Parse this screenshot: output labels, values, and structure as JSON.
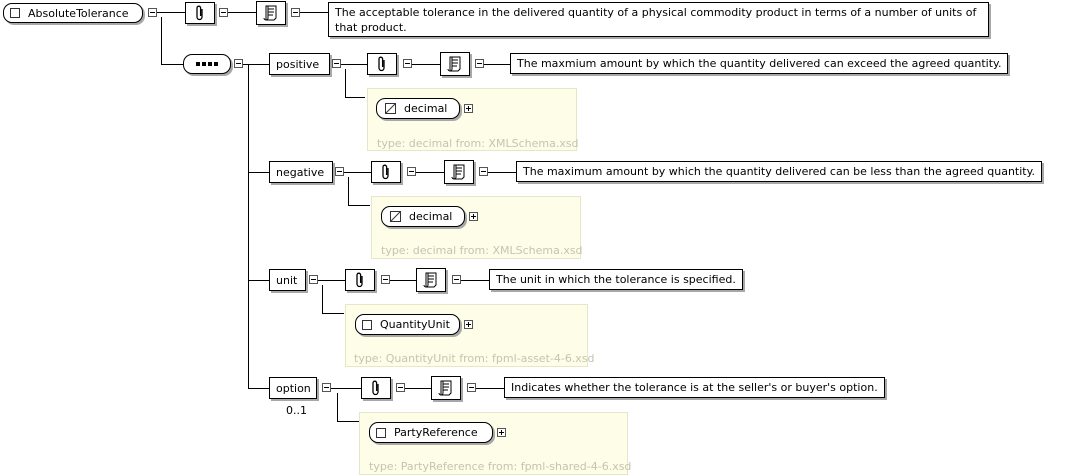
{
  "root": {
    "name": "AbsoluteTolerance",
    "doc": "The acceptable tolerance in the delivered quantity of a physical commodity product in terms of a number of units of that product."
  },
  "children": [
    {
      "name": "positive",
      "doc": "The maxmium amount by which the quantity delivered can exceed the agreed quantity.",
      "type": "decimal",
      "type_caption": "type: decimal from: XMLSchema.xsd",
      "type_kind": "simple"
    },
    {
      "name": "negative",
      "doc": "The maximum amount by which the quantity delivered can be less than the agreed quantity.",
      "type": "decimal",
      "type_caption": "type: decimal from: XMLSchema.xsd",
      "type_kind": "simple"
    },
    {
      "name": "unit",
      "doc": "The unit in which the tolerance is specified.",
      "type": "QuantityUnit",
      "type_caption": "type: QuantityUnit from: fpml-asset-4-6.xsd",
      "type_kind": "complex"
    },
    {
      "name": "option",
      "doc": "Indicates whether the tolerance is at the seller's or buyer's option.",
      "type": "PartyReference",
      "type_caption": "type: PartyReference from: fpml-shared-4-6.xsd",
      "type_kind": "complex",
      "cardinality": "0..1"
    }
  ],
  "icons": {
    "annotation": "paperclip-icon",
    "documentation": "scroll-icon",
    "expander_collapse": "minus-icon",
    "expander_expand": "plus-icon",
    "complex_type": "square-icon",
    "simple_type": "triangle-icon",
    "sequence": "sequence-icon"
  },
  "colors": {
    "type_panel_bg": "#fdfde8",
    "type_panel_border": "#e6e6c8",
    "type_caption": "#c4c4b0",
    "shadow": "#a8a8a8"
  }
}
